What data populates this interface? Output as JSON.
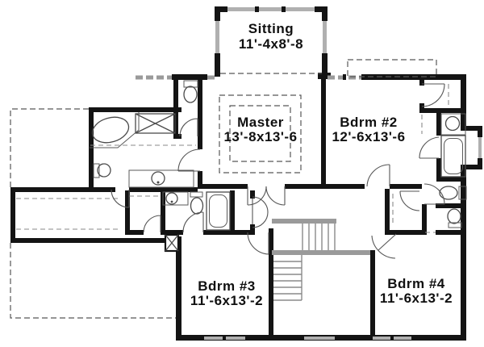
{
  "plan": {
    "rooms": [
      {
        "id": "sitting",
        "name": "Sitting",
        "dims": "11'-4x8'-8"
      },
      {
        "id": "master",
        "name": "Master",
        "dims": "13'-8x13'-6"
      },
      {
        "id": "bdrm2",
        "name": "Bdrm #2",
        "dims": "12'-6x13'-6"
      },
      {
        "id": "bdrm3",
        "name": "Bdrm #3",
        "dims": "11'-6x13'-2"
      },
      {
        "id": "bdrm4",
        "name": "Bdrm #4",
        "dims": "11'-6x13'-2"
      }
    ],
    "colors": {
      "wall": "#141414",
      "window_wall": "#b0b0b0",
      "stair_rail": "#9a9a9a",
      "fixture_line": "#4a4a4a",
      "dashed_line": "#585858",
      "background": "#ffffff"
    }
  }
}
